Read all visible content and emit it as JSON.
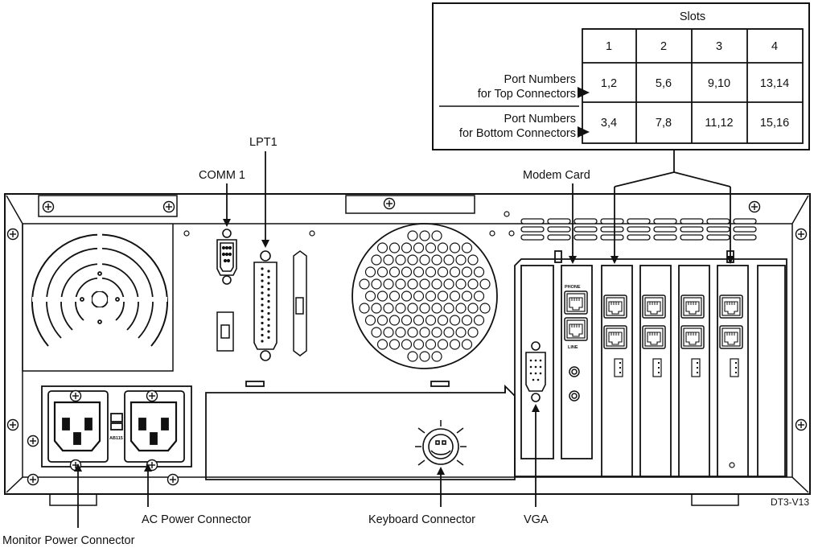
{
  "labels": {
    "comm1": "COMM 1",
    "lpt1": "LPT1",
    "modem_card": "Modem Card",
    "monitor_power": "Monitor Power Connector",
    "ac_power": "AC Power Connector",
    "keyboard": "Keyboard Connector",
    "vga": "VGA",
    "drawing_code": "DT3-V13"
  },
  "slot_table": {
    "header": "Slots",
    "columns": [
      "1",
      "2",
      "3",
      "4"
    ],
    "rows": [
      {
        "label_line1": "Port Numbers",
        "label_line2": "for Top Connectors",
        "cells": [
          "1,2",
          "5,6",
          "9,10",
          "13,14"
        ]
      },
      {
        "label_line1": "Port Numbers",
        "label_line2": "for Bottom Connectors",
        "cells": [
          "3,4",
          "7,8",
          "11,12",
          "15,16"
        ]
      }
    ]
  },
  "card_marks": {
    "phone": "PHONE",
    "line": "LINE",
    "voltage": "AB115"
  },
  "colors": {
    "stroke": "#111111",
    "background": "#ffffff"
  }
}
